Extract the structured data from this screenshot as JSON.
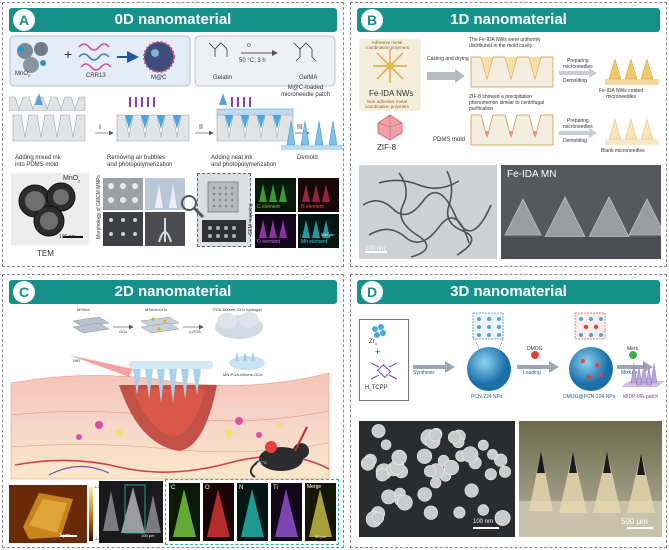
{
  "panels": {
    "a": {
      "letter": "A",
      "title": "0D nanomaterial",
      "labels": {
        "mno2": "MnO",
        "mno2_sub": "2",
        "crr": "CRR13",
        "mc": "M@C",
        "gelatin": "Gelatin",
        "temp": "50 °C, 3 h",
        "gelma": "GelMA",
        "step1": "Adding mixed ink\ninto PDMS mold",
        "step2": "Removing air bubbles\nand photopolymerization",
        "step3": "Adding neat ink\nand photopolymerization",
        "step4": "Demold",
        "patch": "M@C-loaded\nmicroneedle patch",
        "roman1": "I",
        "roman2": "II",
        "roman3": "III",
        "tem_mno2": "MnO",
        "tem_mno2_sub": "2",
        "tem_scale": "100 nm",
        "tem": "TEM",
        "morph": "Morphology of GMCM MNPs",
        "sem_map": "SEM mapping",
        "c_el": "C element",
        "n_el": "N element",
        "o_el": "O element",
        "mn_el": "Mn element",
        "map_scale": "500 μm"
      }
    },
    "b": {
      "letter": "B",
      "title": "1D nanomaterial",
      "labels": {
        "adhesive": "Adhesive metal\ncoordination polymers",
        "fe_ida": "Fe-IDA NWs",
        "non_adhesive": "Non-adhesive metal\ncoordination polymers",
        "zif": "ZIF-8",
        "casting": "Casting and drying",
        "pdms": "PDMS mold",
        "note1": "The Fe-IDA NWs were uniformly\ndistributed in the mold cavity",
        "note2": "ZIF-8 showed a precipitation\nphenomenon similar to centrifugal\npurification",
        "prep1": "Preparing\nmicroneedles",
        "demold1": "Demolding",
        "prep2": "Preparing\nmicroneedles",
        "demold2": "Demolding",
        "coated": "Fe-IDA NWs coated\nmicroneedles",
        "blank": "Blank microneedles",
        "scale": "100 nm",
        "fe_mn": "Fe-IDA MN"
      }
    },
    "c": {
      "letter": "C",
      "title": "2D nanomaterial",
      "labels": {
        "mxene": "MXene",
        "gox": "GOx",
        "mxene_gox": "MXene-GOx",
        "pga": "γ-PGA",
        "hydrogel": "PGA-MXene-GOx hydrogel",
        "mn": "MN-PGA-MXene-GOx",
        "nir": "NIR",
        "temp": "45 °C",
        "afm_top": "1.2 nm",
        "afm_bot": "-1.2 nm",
        "afm_scale": "1 μm",
        "sem_scale": "100 μm",
        "el_c": "C",
        "el_o": "O",
        "el_n": "N",
        "el_ti": "Ti",
        "el_merge": "Merge",
        "map_scale": "50 μm"
      }
    },
    "d": {
      "letter": "D",
      "title": "3D nanomaterial",
      "labels": {
        "zr": "Zr",
        "zr_sub": "4",
        "plus": "+",
        "tcpp": "H",
        "tcpp_sub": "2",
        "tcpp_tail": "TCPP",
        "synthesis": "Synthesis",
        "pcn": "PCN-224 NPs",
        "dmog": "DMOG",
        "loading": "Loading",
        "dmog_pcn": "DMOG@PCN-224 NPs",
        "mers": "Mers",
        "mixture": "Mixture",
        "patch": "MIDP MN patch",
        "scale1": "100 nm",
        "scale2": "500 μm"
      }
    }
  },
  "colors": {
    "header": "#16918a",
    "header_text": "#ffffff",
    "sphere_blue": "#1aa0d8",
    "needle_purple": "#8a3fb0",
    "el_c": "#7cc242",
    "el_o": "#d93030",
    "el_n": "#20b8a8",
    "el_ti": "#9a5cc8",
    "el_merge": "#c9c24a"
  }
}
